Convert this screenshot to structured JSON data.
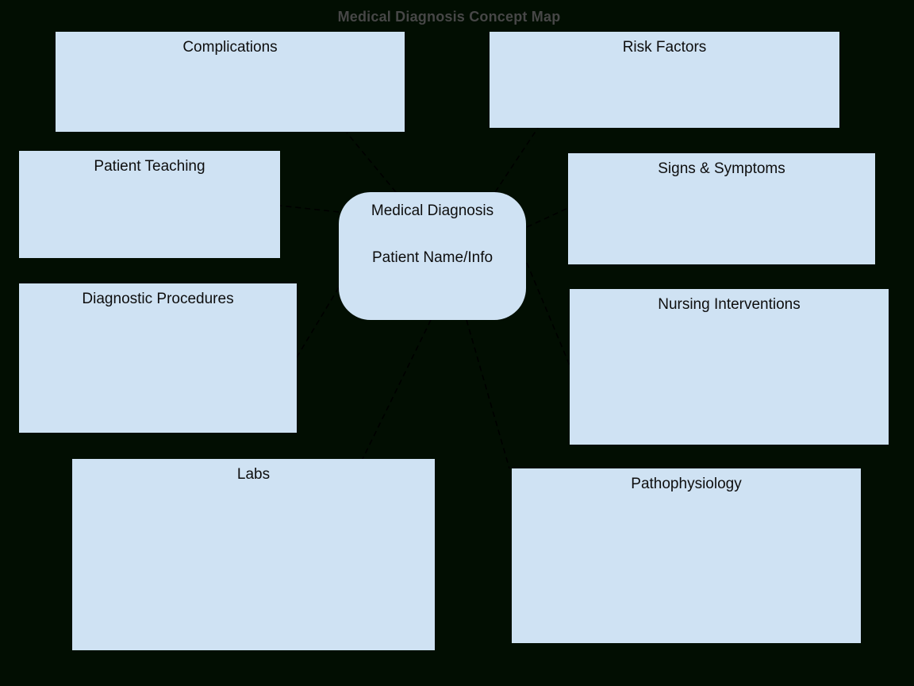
{
  "title": "Medical Diagnosis Concept Map",
  "colors": {
    "background": "#020e02",
    "node_fill": "#cfe2f3",
    "node_text": "#0e0e0e",
    "title_text": "#474747",
    "connector": "#000000"
  },
  "center_node": {
    "line1": "Medical Diagnosis",
    "line2": "Patient Name/Info"
  },
  "nodes": [
    {
      "id": "complications",
      "label": "Complications"
    },
    {
      "id": "risk-factors",
      "label": "Risk Factors"
    },
    {
      "id": "patient-teaching",
      "label": "Patient Teaching"
    },
    {
      "id": "signs-symptoms",
      "label": "Signs & Symptoms"
    },
    {
      "id": "diagnostic-procedures",
      "label": "Diagnostic Procedures"
    },
    {
      "id": "nursing-interventions",
      "label": "Nursing Interventions"
    },
    {
      "id": "labs",
      "label": "Labs"
    },
    {
      "id": "pathophysiology",
      "label": "Pathophysiology"
    }
  ]
}
